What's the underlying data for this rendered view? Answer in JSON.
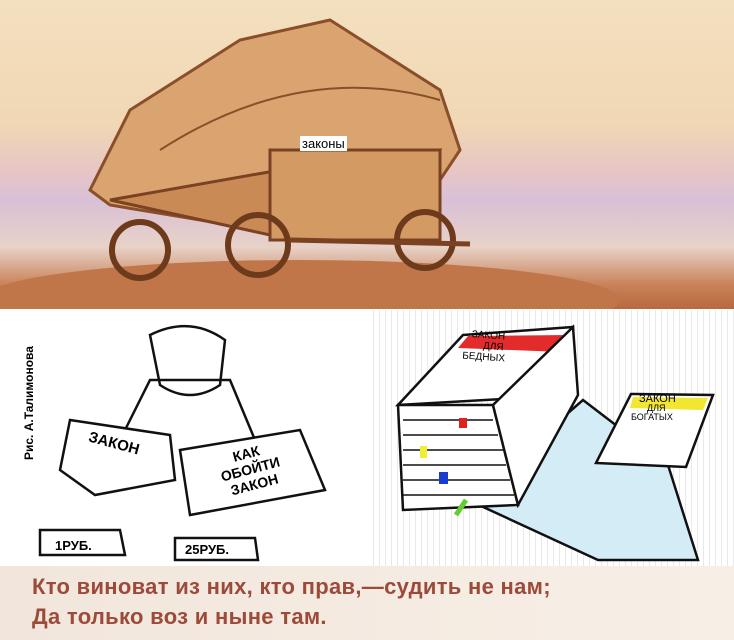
{
  "top_panel": {
    "label": "законы"
  },
  "left_panel": {
    "credit": "Рис. А.Талимонова",
    "book1": "ЗАКОН",
    "book2": [
      "КАК",
      "ОБОЙТИ",
      "ЗАКОН"
    ],
    "price1": "1РУБ.",
    "price2": "25РУБ."
  },
  "right_panel": {
    "big_book": [
      "ЗАКОН",
      "ДЛЯ",
      "БЕДНЫХ"
    ],
    "small_book": [
      "ЗАКОН",
      "ДЛЯ",
      "БОГАТЫХ"
    ]
  },
  "caption": {
    "line1": "Кто виноват из них, кто прав,—судить не нам;",
    "line2": "Да только воз и ныне там."
  },
  "colors": {
    "red_band": "#e32b2b",
    "yellow_band": "#f2e630",
    "caption_text": "#9c4a3a",
    "sheet": "#d4ecf5"
  }
}
